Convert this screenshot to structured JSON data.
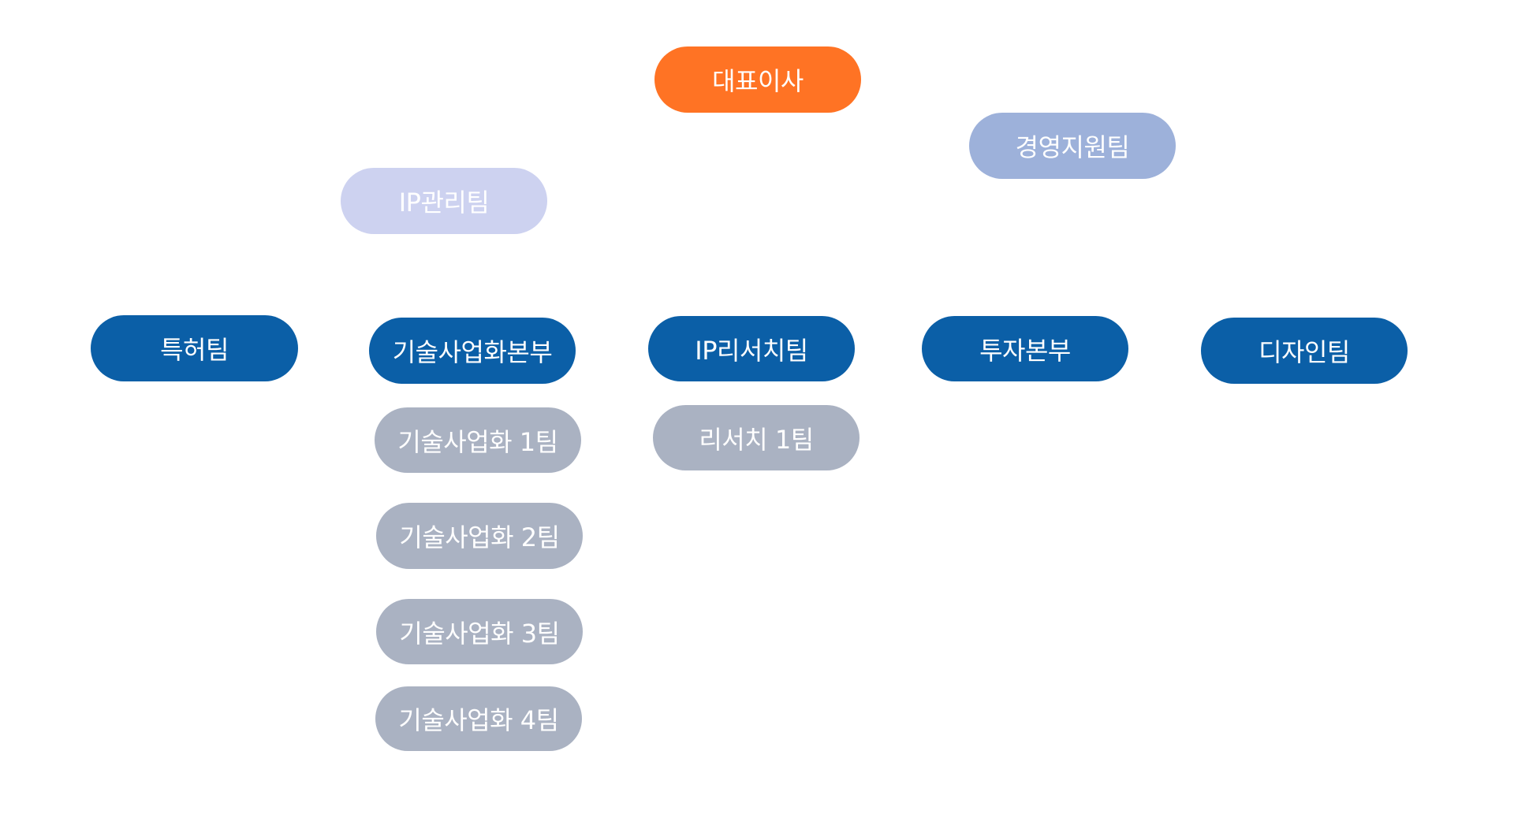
{
  "org_chart": {
    "ceo": {
      "label": "대표이사",
      "color": "#ff7324"
    },
    "staff_units": [
      {
        "label": "경영지원팀",
        "color": "#9db1da"
      },
      {
        "label": "IP관리팀",
        "color": "#cdd2f0"
      }
    ],
    "divisions": [
      {
        "label": "특허팀",
        "color": "#0b5fa7",
        "teams": []
      },
      {
        "label": "기술사업화본부",
        "color": "#0b5fa7",
        "teams": [
          {
            "label": "기술사업화 1팀",
            "color": "#aab2c2"
          },
          {
            "label": "기술사업화 2팀",
            "color": "#aab2c2"
          },
          {
            "label": "기술사업화 3팀",
            "color": "#aab2c2"
          },
          {
            "label": "기술사업화 4팀",
            "color": "#aab2c2"
          }
        ]
      },
      {
        "label": "IP리서치팀",
        "color": "#0b5fa7",
        "teams": [
          {
            "label": "리서치 1팀",
            "color": "#aab2c2"
          }
        ]
      },
      {
        "label": "투자본부",
        "color": "#0b5fa7",
        "teams": []
      },
      {
        "label": "디자인팀",
        "color": "#0b5fa7",
        "teams": []
      }
    ]
  }
}
